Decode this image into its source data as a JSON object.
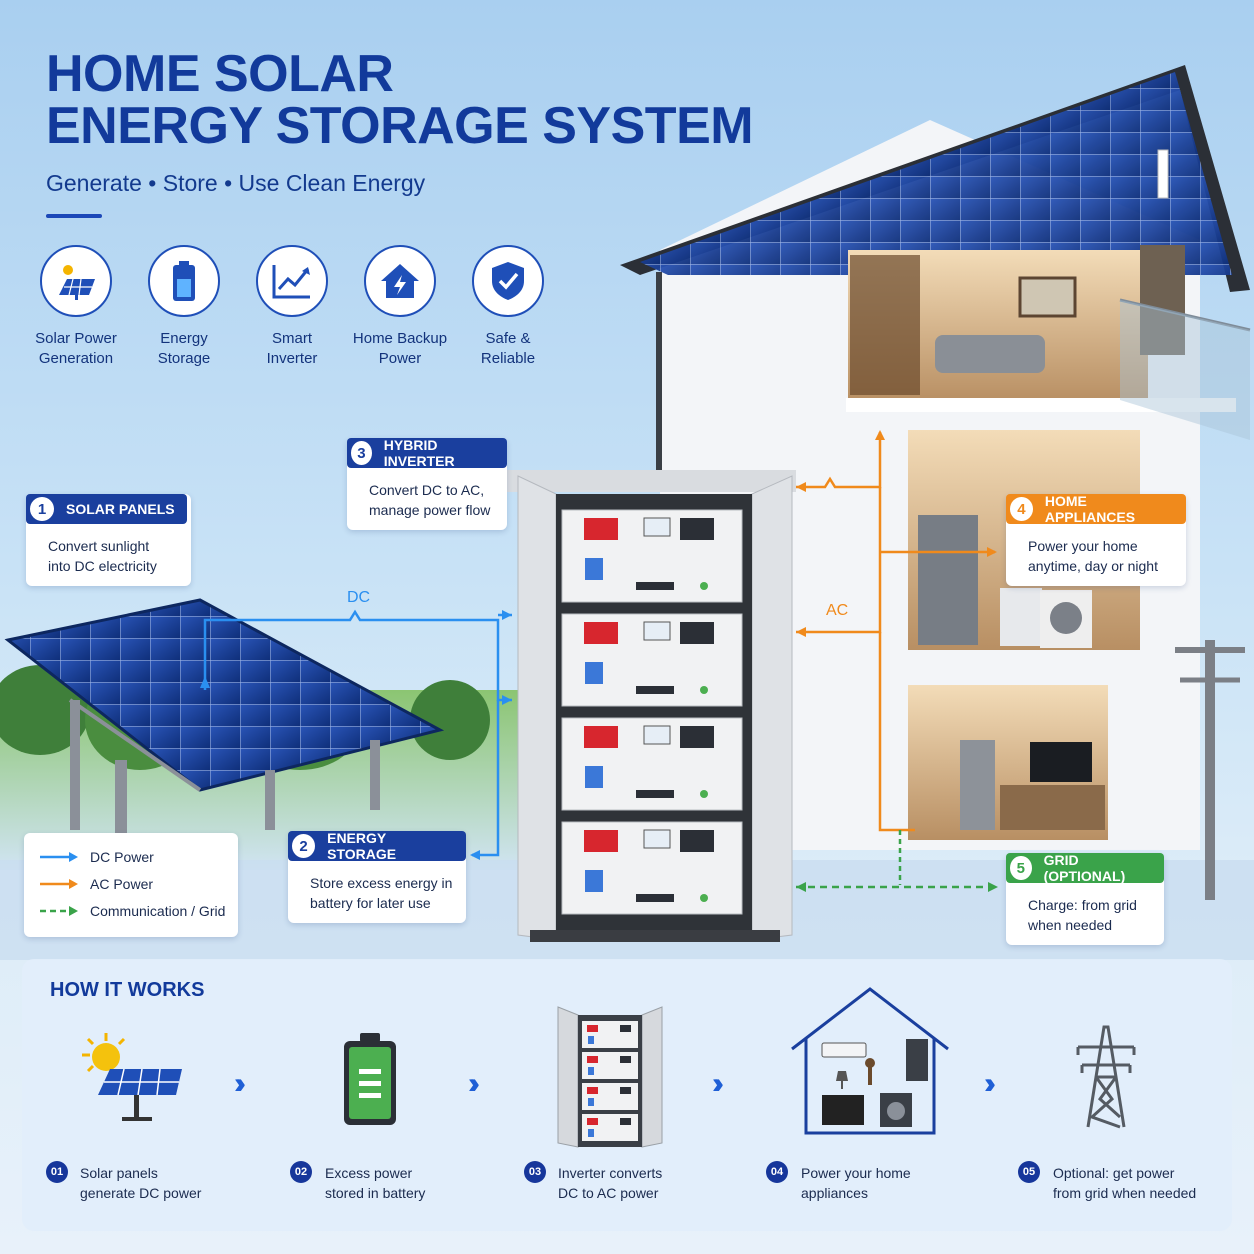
{
  "title": {
    "line1": "HOME SOLAR",
    "line2": "ENERGY STORAGE SYSTEM",
    "subtitle": "Generate • Store • Use Clean Energy"
  },
  "features": [
    {
      "icon": "solar-panel-icon",
      "line1": "Solar Power",
      "line2": "Generation"
    },
    {
      "icon": "battery-icon",
      "line1": "Energy",
      "line2": "Storage"
    },
    {
      "icon": "chart-icon",
      "line1": "Smart",
      "line2": "Inverter"
    },
    {
      "icon": "house-bolt-icon",
      "line1": "Home Backup",
      "line2": "Power"
    },
    {
      "icon": "shield-check-icon",
      "line1": "Safe &",
      "line2": "Reliable"
    }
  ],
  "callouts": {
    "solar_panels": {
      "num": "1",
      "title": "SOLAR PANELS",
      "line1": "Convert sunlight",
      "line2": "into DC electricity"
    },
    "energy_storage": {
      "num": "2",
      "title": "ENERGY STORAGE",
      "line1": "Store excess energy in",
      "line2": "battery for later use"
    },
    "hybrid_inverter": {
      "num": "3",
      "title": "HYBRID INVERTER",
      "line1": "Convert DC to AC,",
      "line2": "manage power flow"
    },
    "home_appliances": {
      "num": "4",
      "title": "HOME APPLIANCES",
      "line1": "Power your home",
      "line2": "anytime, day or night"
    },
    "grid": {
      "num": "5",
      "title": "GRID (OPTIONAL)",
      "line1": "Charge: from grid",
      "line2": "when needed"
    }
  },
  "flow_labels": {
    "dc": "DC",
    "ac": "AC"
  },
  "legend": {
    "dc": "DC Power",
    "ac": "AC Power",
    "comm": "Communication / Grid"
  },
  "how_it_works": {
    "title": "HOW IT WORKS",
    "steps": [
      {
        "num": "01",
        "line1": "Solar panels",
        "line2": "generate DC power"
      },
      {
        "num": "02",
        "line1": "Excess power",
        "line2": "stored in battery"
      },
      {
        "num": "03",
        "line1": "Inverter converts",
        "line2": "DC to AC power"
      },
      {
        "num": "04",
        "line1": "Power your home",
        "line2": "appliances"
      },
      {
        "num": "05",
        "line1": "Optional: get power",
        "line2": "from grid when needed"
      }
    ]
  },
  "colors": {
    "primary_blue": "#1a3f9e",
    "dc_blue": "#2a8ff0",
    "ac_orange": "#f08a1c",
    "grid_green": "#3aa34a"
  }
}
